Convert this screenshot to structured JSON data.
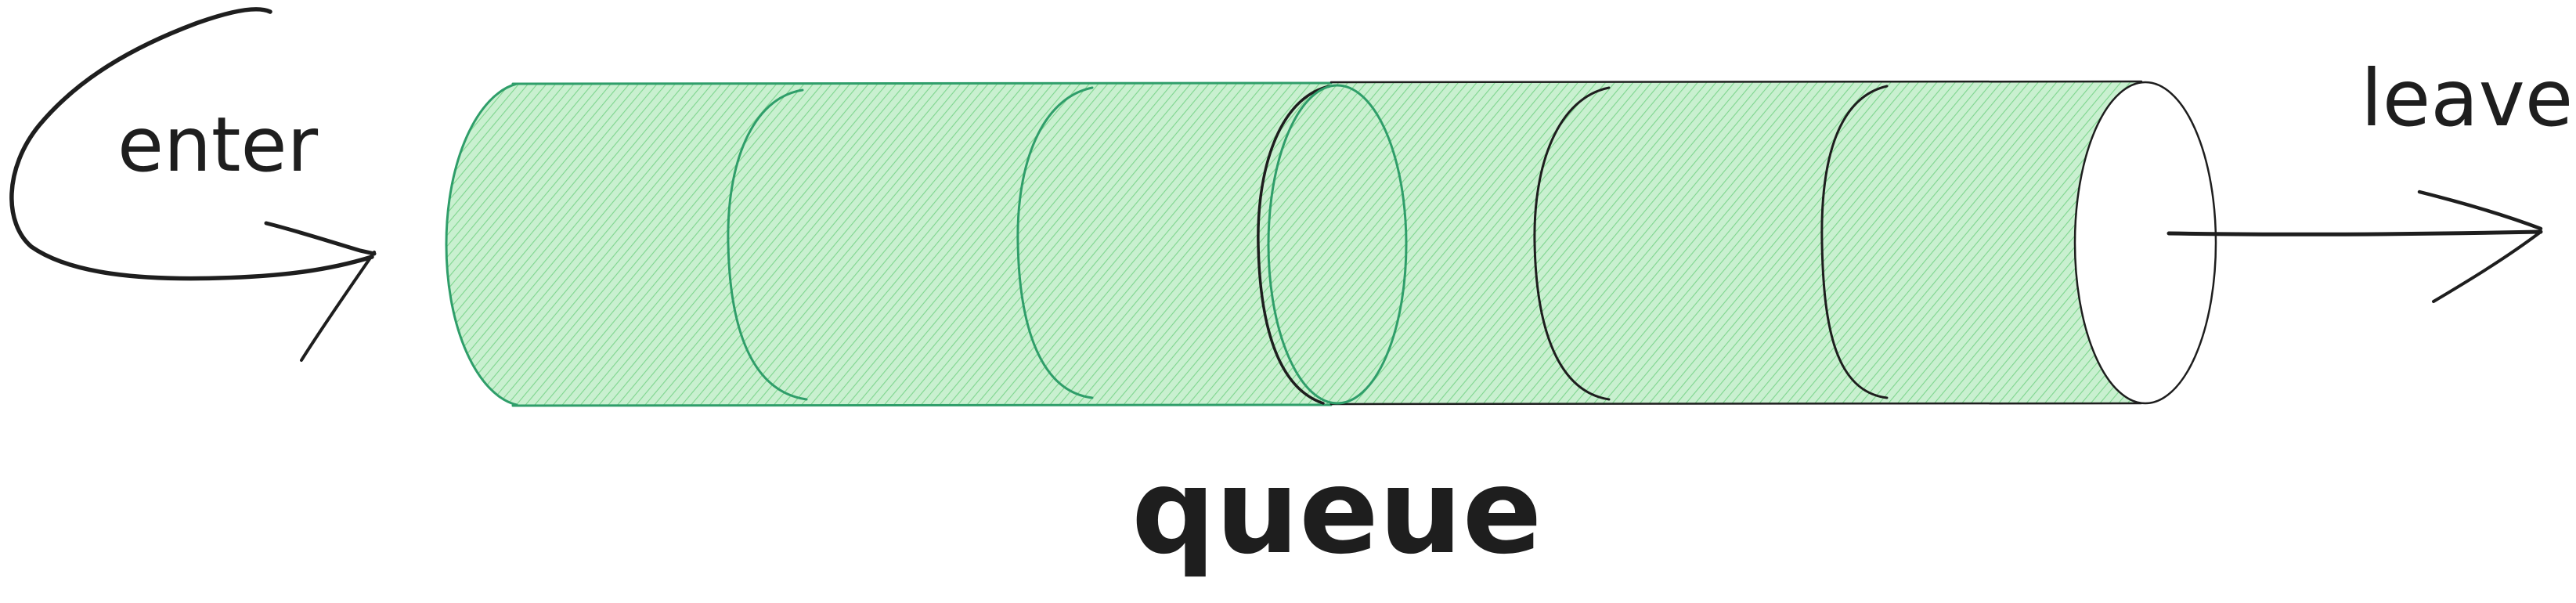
{
  "labels": {
    "enter": "enter",
    "leave": "leave",
    "queue": "queue"
  },
  "colors": {
    "fill": "#b2f2bb",
    "hatch": "#40c057",
    "edge": "#2f9e6a",
    "ink": "#1e1e1e",
    "background": "#ffffff"
  }
}
